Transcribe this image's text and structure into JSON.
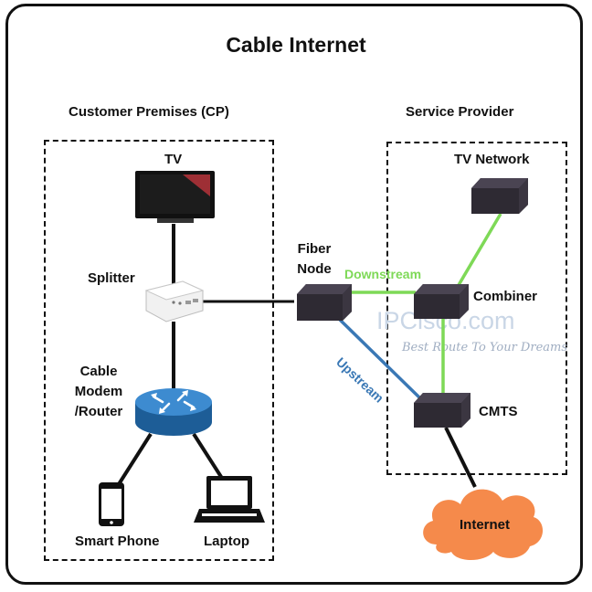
{
  "title": "Cable Internet",
  "sections": {
    "customer": "Customer Premises (CP)",
    "provider": "Service Provider"
  },
  "nodes": {
    "tv": "TV",
    "splitter": "Splitter",
    "modem_line1": "Cable",
    "modem_line2": "Modem",
    "modem_line3": "/Router",
    "smartphone": "Smart Phone",
    "laptop": "Laptop",
    "fiber_line1": "Fiber",
    "fiber_line2": "Node",
    "tv_network": "TV Network",
    "combiner": "Combiner",
    "cmts": "CMTS",
    "internet": "Internet"
  },
  "links": {
    "downstream": "Downstream",
    "upstream": "Upstream"
  },
  "watermark": {
    "brand": "IPCisco.com",
    "tagline": "Best Route To Your Dreams"
  },
  "colors": {
    "downstream": "#7ed957",
    "upstream": "#3a78b5",
    "cloud": "#f58a4b",
    "box": "#2e2a33",
    "router": "#2a74b8"
  }
}
